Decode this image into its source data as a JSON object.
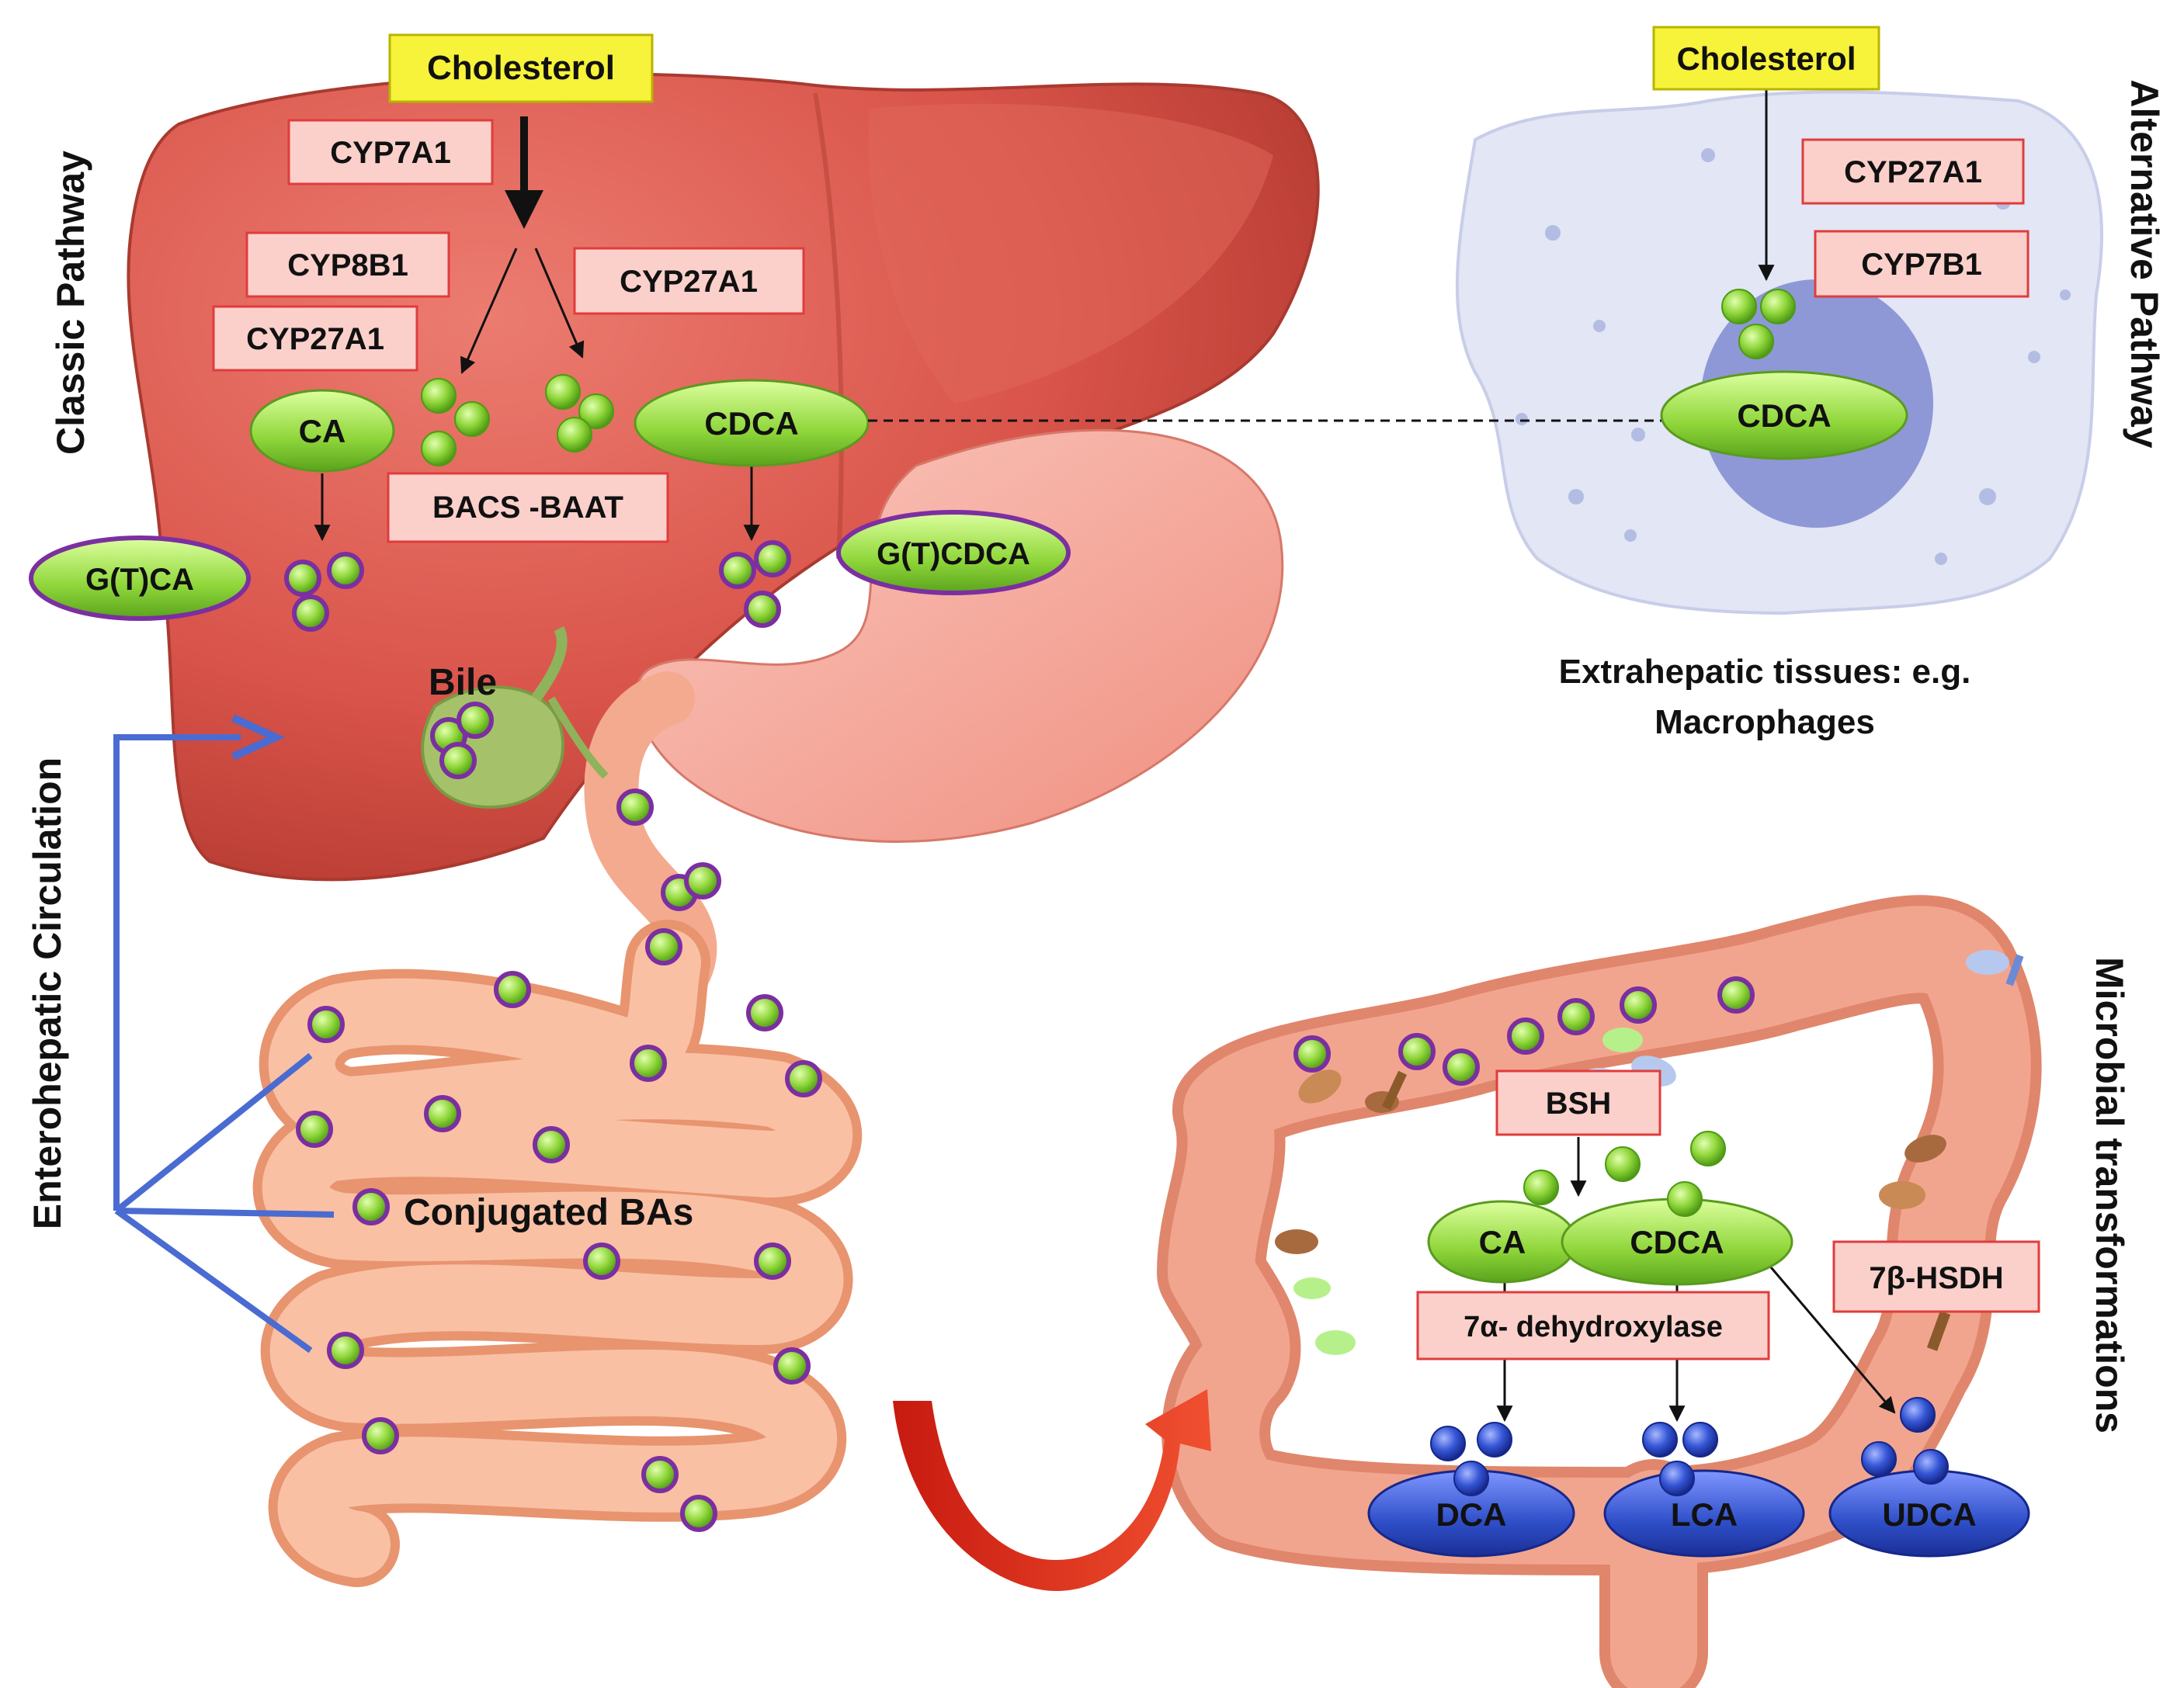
{
  "side_labels": {
    "classic_pathway": "Classic Pathway",
    "alternative_pathway": "Alternative Pathway",
    "enterohepatic": "Enterohepatic Circulation",
    "microbial": "Microbial transformations"
  },
  "liver": {
    "cholesterol": "Cholesterol",
    "cyp7a1": "CYP7A1",
    "cyp8b1": "CYP8B1",
    "cyp27a1_left": "CYP27A1",
    "cyp27a1_right": "CYP27A1",
    "ca": "CA",
    "cdca": "CDCA",
    "bacs_baat": "BACS -BAAT",
    "gtca": "G(T)CA",
    "gtcdca": "G(T)CDCA",
    "bile": "Bile"
  },
  "extrahepatic": {
    "cholesterol": "Cholesterol",
    "cyp27a1": "CYP27A1",
    "cyp7b1": "CYP7B1",
    "cdca": "CDCA",
    "caption_line1": "Extrahepatic tissues: e.g.",
    "caption_line2": "Macrophages"
  },
  "intestine": {
    "conjugated": "Conjugated BAs"
  },
  "colon": {
    "bsh": "BSH",
    "ca": "CA",
    "cdca": "CDCA",
    "dehydroxylase": "7α- dehydroxylase",
    "hsdh": "7β-HSDH",
    "dca": "DCA",
    "lca": "LCA",
    "udca": "UDCA"
  },
  "colors": {
    "enzyme_box_fill": "#fbd0cb",
    "enzyme_box_stroke": "#e03c3c",
    "cholesterol_fill": "#f7f23a",
    "bile_acid_green": "#8fd63a",
    "conjugate_ring": "#7b2fa0",
    "secondary_blue": "#2f4fc9",
    "liver_red": "#d9544a",
    "intestine_peach": "#f6b598",
    "circulation_arrow": "#4a6bd1",
    "cell_lavender": "#e2e6f5",
    "nucleus_blue": "#8e98d6"
  }
}
